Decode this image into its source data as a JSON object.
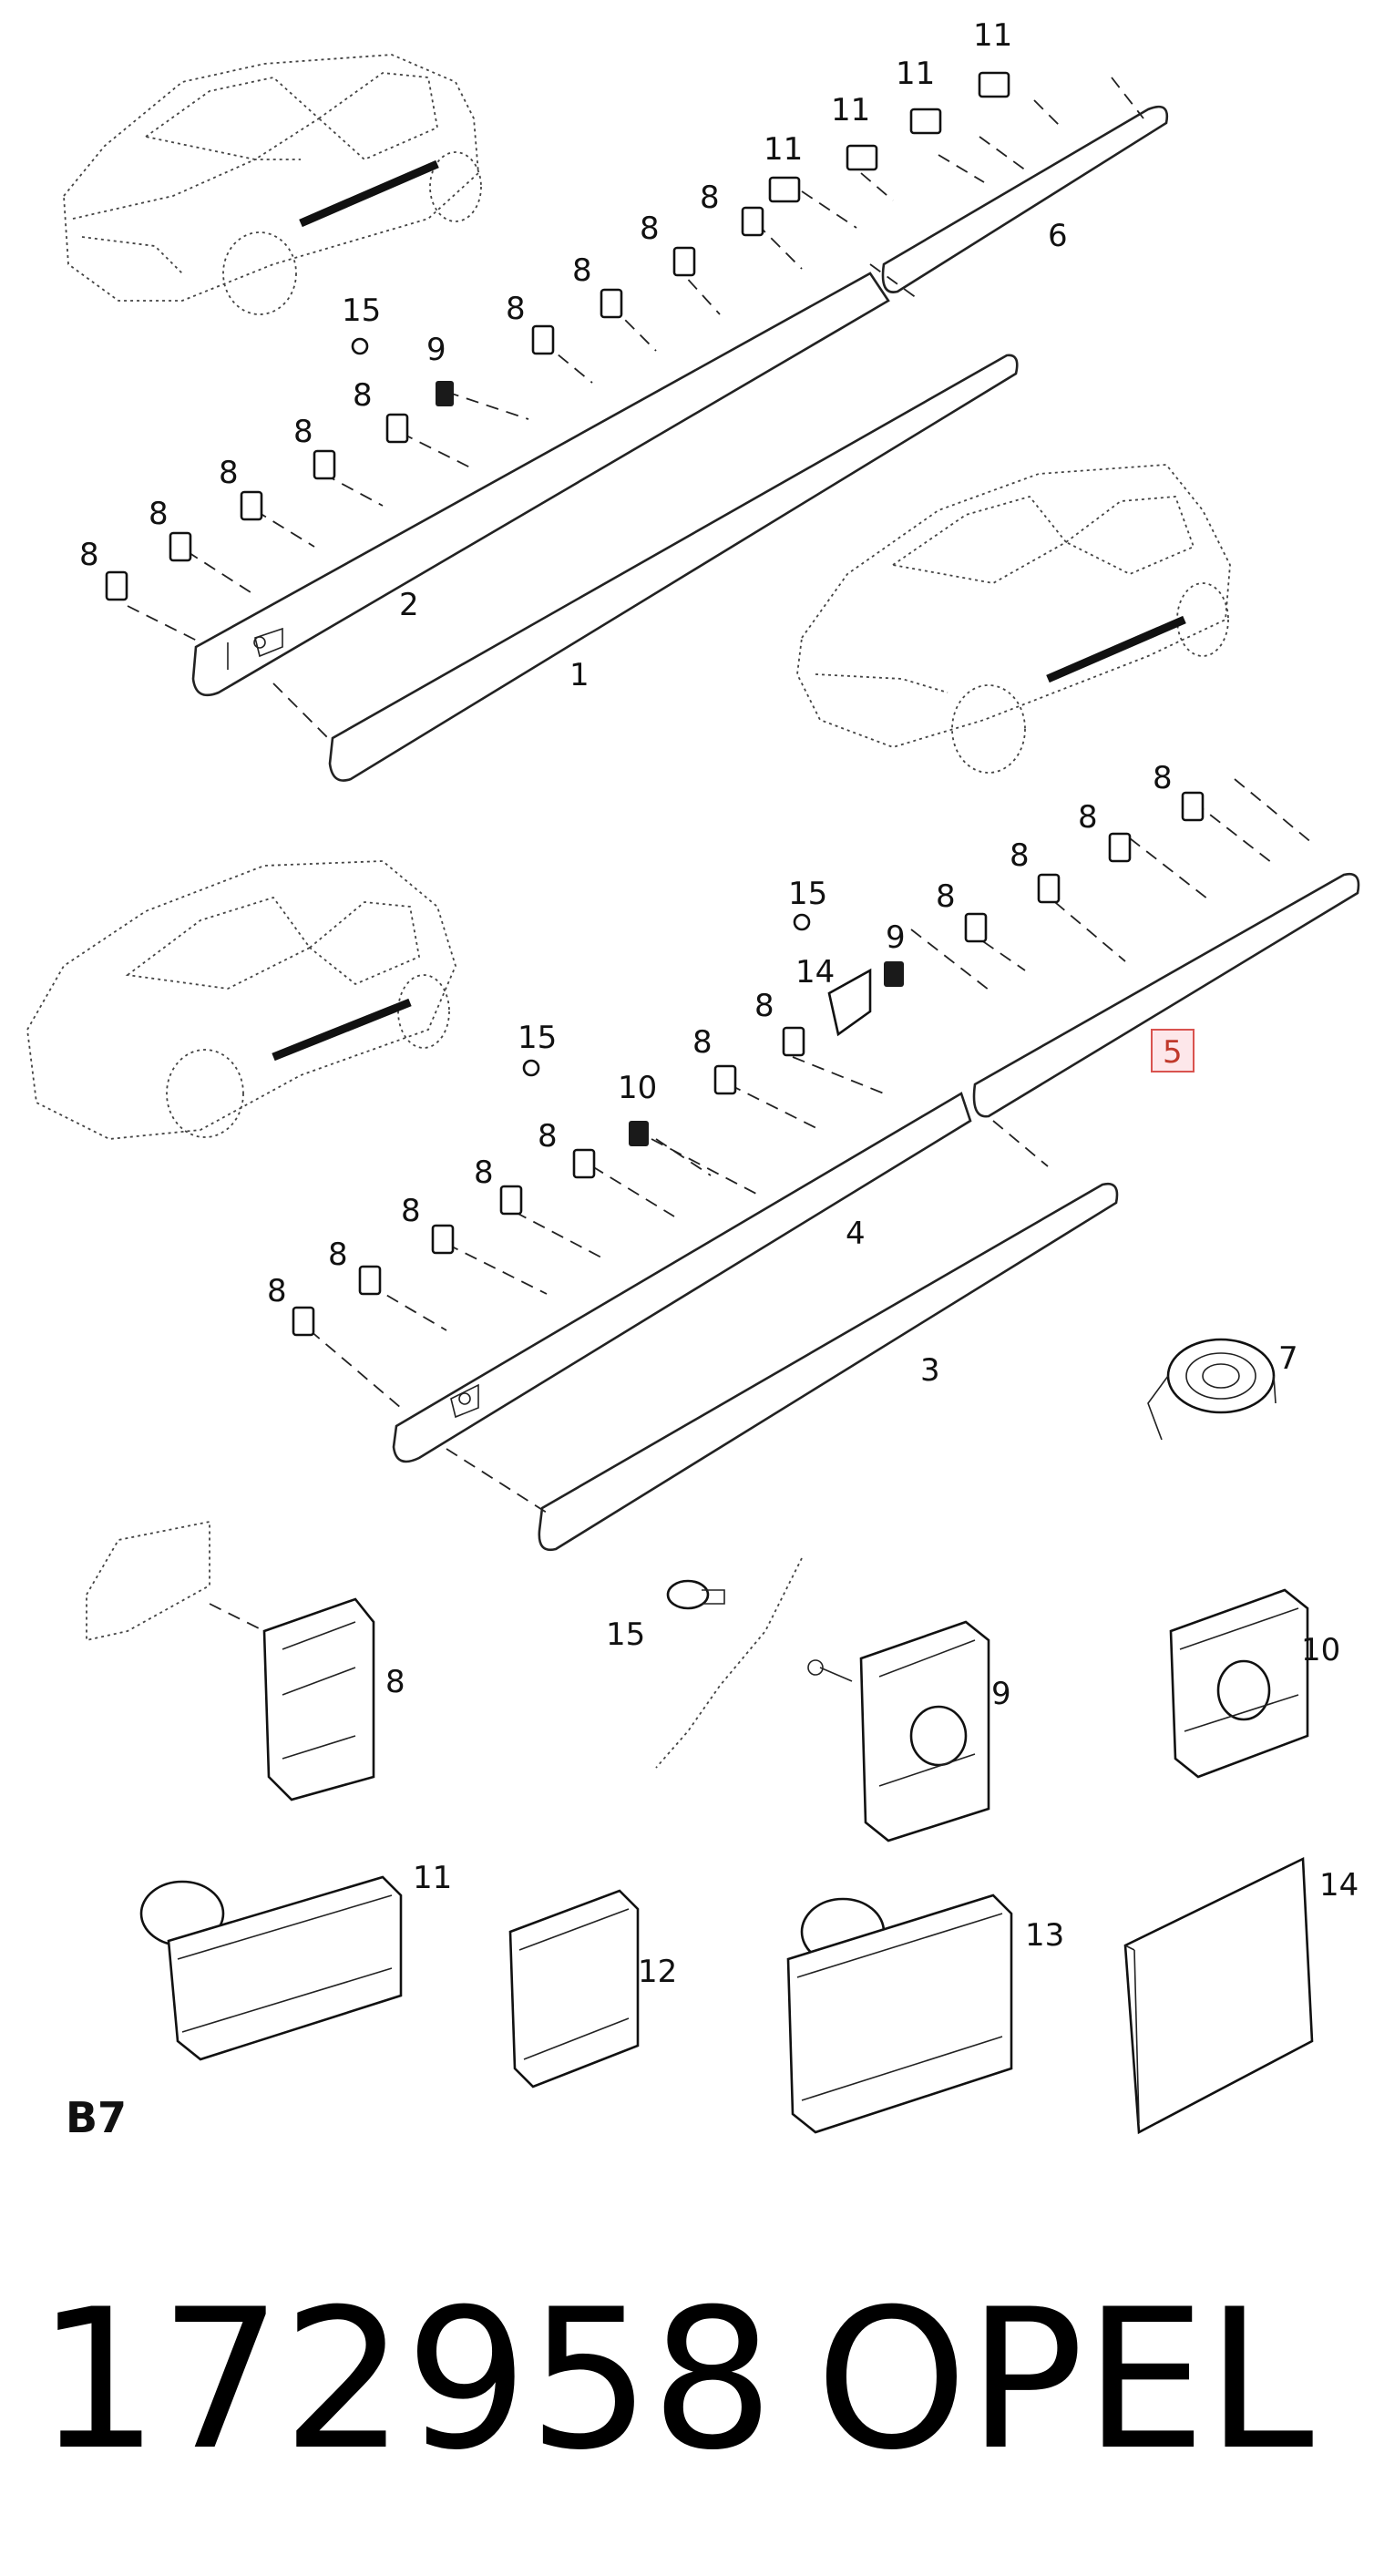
{
  "diagram": {
    "section_code": "B7",
    "part_number": "172958",
    "brand": "OPEL",
    "highlighted_callout": "5",
    "highlight_color": "#d9534f",
    "callouts": {
      "n1": "1",
      "n2": "2",
      "n3": "3",
      "n4": "4",
      "n5": "5",
      "n6": "6",
      "n7": "7",
      "n8": "8",
      "n9": "9",
      "n10": "10",
      "n11": "11",
      "n12": "12",
      "n13": "13",
      "n14": "14",
      "n15": "15"
    }
  }
}
